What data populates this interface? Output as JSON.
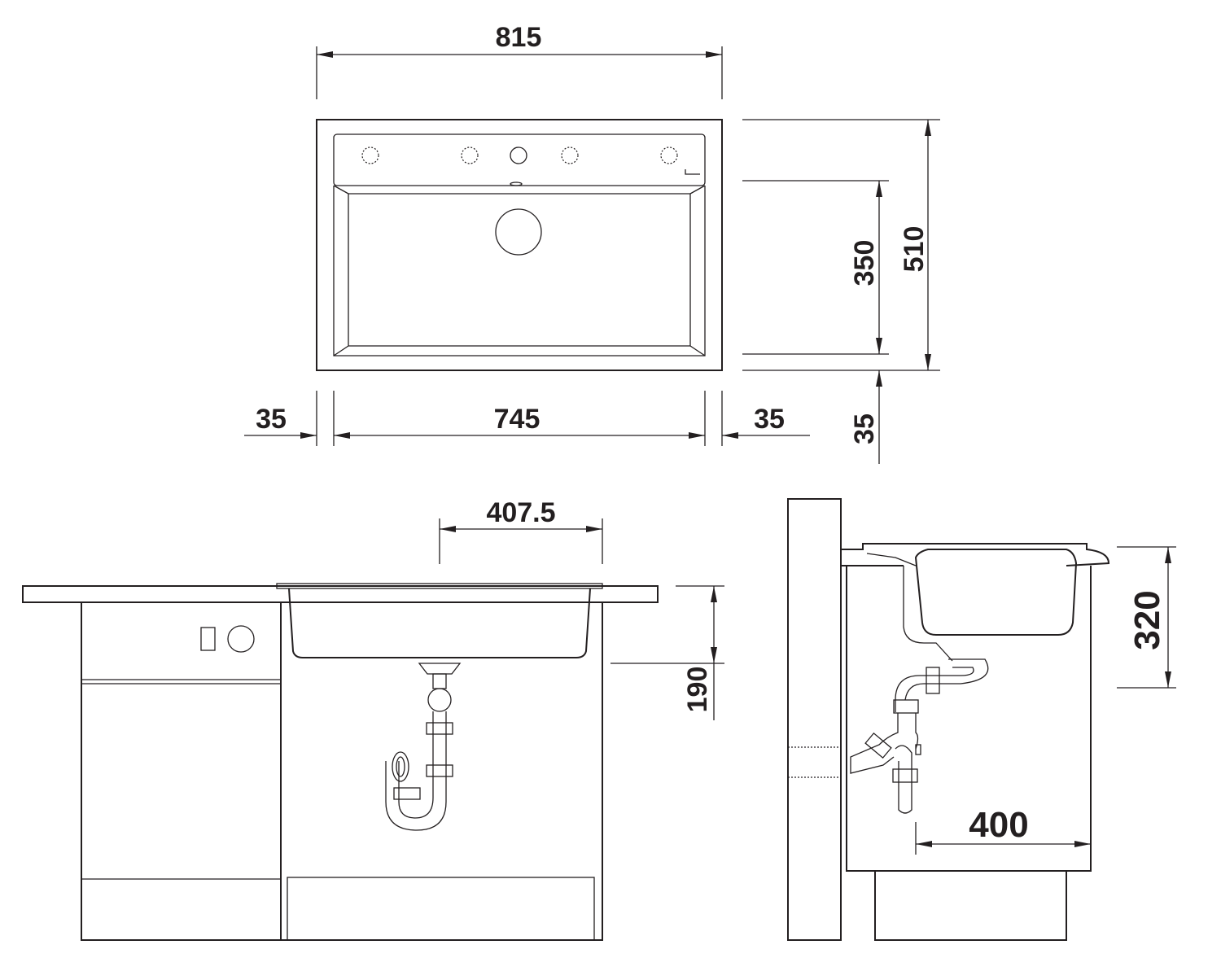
{
  "dimensions": {
    "overall_width": "815",
    "overall_depth": "510",
    "bowl_depth": "350",
    "rim_left": "35",
    "bowl_width": "745",
    "rim_right": "35",
    "rim_front": "35",
    "drain_offset": "407.5",
    "bowl_height": "190",
    "side_height": "320",
    "min_cabinet_depth": "400"
  },
  "colors": {
    "line": "#231f20",
    "background": "#ffffff"
  }
}
